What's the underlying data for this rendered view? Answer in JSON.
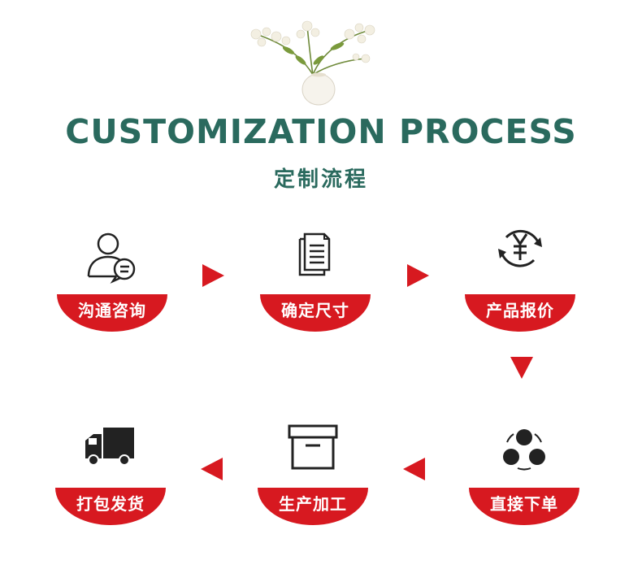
{
  "header": {
    "title_en": "CUSTOMIZATION PROCESS",
    "title_cn": "定制流程"
  },
  "colors": {
    "title": "#2a6a5e",
    "accent": "#d71920",
    "icon": "#222222"
  },
  "steps": [
    {
      "label": "沟通咨询",
      "icon": "user-chat-icon"
    },
    {
      "label": "确定尺寸",
      "icon": "documents-icon"
    },
    {
      "label": "产品报价",
      "icon": "yuan-exchange-icon"
    },
    {
      "label": "直接下单",
      "icon": "three-circles-icon"
    },
    {
      "label": "生产加工",
      "icon": "archive-box-icon"
    },
    {
      "label": "打包发货",
      "icon": "delivery-truck-icon"
    }
  ]
}
